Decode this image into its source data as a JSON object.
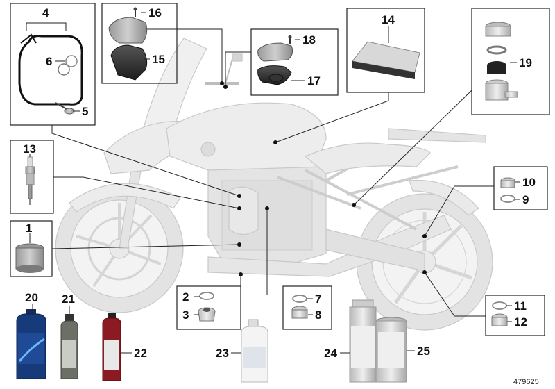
{
  "diagram": {
    "reference_number": "479625",
    "part_numbers": [
      "1",
      "2",
      "3",
      "4",
      "5",
      "6",
      "7",
      "8",
      "9",
      "10",
      "11",
      "12",
      "13",
      "14",
      "15",
      "16",
      "17",
      "18",
      "19",
      "20",
      "21",
      "22",
      "23",
      "24",
      "25"
    ]
  }
}
